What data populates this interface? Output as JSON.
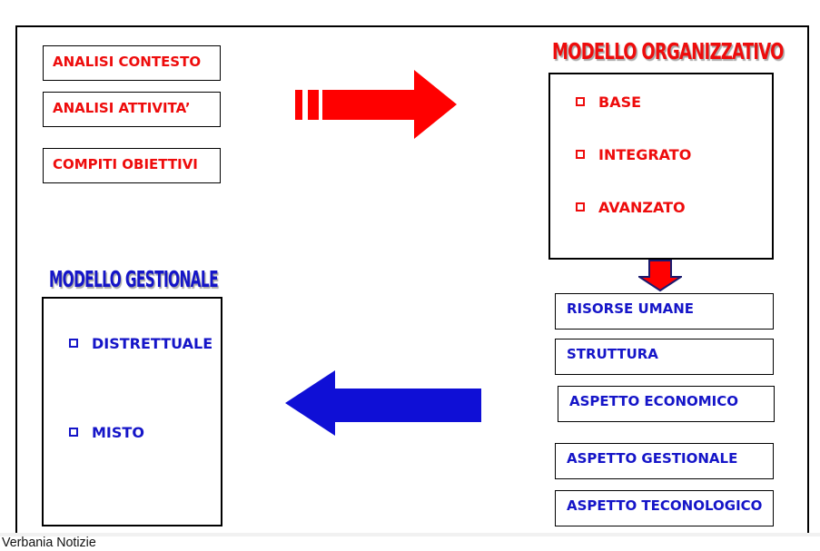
{
  "left_flow": {
    "boxes": [
      "ANALISI CONTESTO",
      "ANALISI ATTIVITA’",
      "COMPITI OBIETTIVI"
    ]
  },
  "organizational": {
    "title": "MODELLO ORGANIZZATIVO",
    "items": [
      "BASE",
      "INTEGRATO",
      "AVANZATO"
    ]
  },
  "aspects": [
    "RISORSE UMANE",
    "STRUTTURA",
    "ASPETTO ECONOMICO",
    "ASPETTO GESTIONALE",
    "ASPETTO TECONOLOGICO"
  ],
  "management": {
    "title": "MODELLO GESTIONALE",
    "items": [
      "DISTRETTUALE",
      "MISTO"
    ]
  },
  "footer": {
    "credit": "Verbania Notizie"
  },
  "colors": {
    "red_text": "#ee0c0c",
    "red_arrow": "#ff0000",
    "blue_text": "#1515c8",
    "blue_arrow": "#0f0fd6",
    "down_arrow_outline": "#1a1a6e",
    "title_shadow": "#a9a9a9",
    "border": "#000000"
  }
}
